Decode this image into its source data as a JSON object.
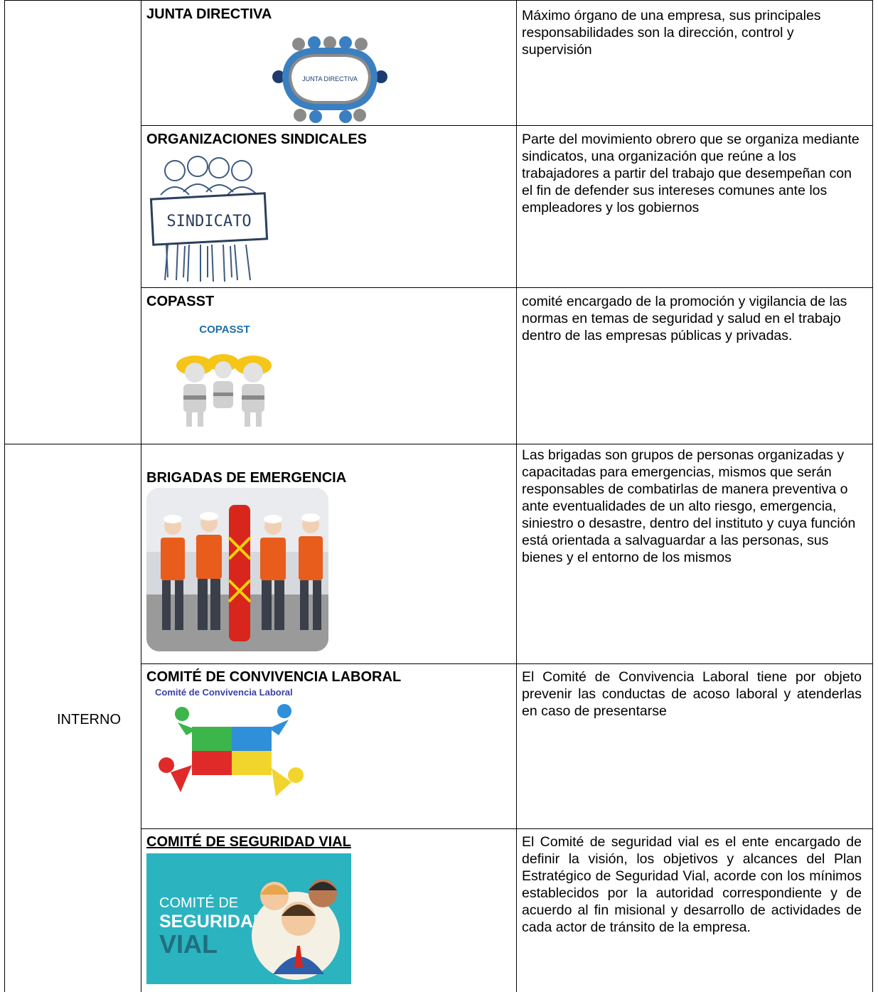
{
  "sections": [
    {
      "label": "",
      "rows": [
        {
          "title": "JUNTA DIRECTIVA",
          "image_text": "JUNTA DIRECTIVA",
          "description": "Máximo órgano de una empresa, sus principales responsabilidades son la dirección, control y supervisión"
        },
        {
          "title": "ORGANIZACIONES SINDICALES",
          "image_text": "SINDICATO",
          "description": "Parte del movimiento obrero que se organiza mediante sindicatos, una organización que reúne a los trabajadores a partir del trabajo que desempeñan con el fin de defender sus intereses comunes ante los empleadores y los gobiernos"
        },
        {
          "title": "COPASST",
          "image_text": "COPASST",
          "description": "comité encargado de la promoción y vigilancia de las normas en temas de seguridad y salud en el trabajo dentro de las empresas públicas y privadas."
        }
      ]
    },
    {
      "label": "INTERNO",
      "rows": [
        {
          "title": "BRIGADAS DE EMERGENCIA",
          "image_text": "",
          "description": "Las brigadas son grupos de personas organizadas y capacitadas para emergencias, mismos que serán responsables de combatirlas de manera preventiva o ante eventualidades de un alto riesgo, emergencia, siniestro o desastre, dentro del instituto y cuya función está orientada a salvaguardar a las personas, sus bienes y el entorno de los mismos"
        },
        {
          "title": "COMITÉ DE CONVIVENCIA LABORAL",
          "image_text": "Comité de Convivencia Laboral",
          "description": "El Comité de Convivencia Laboral tiene por objeto prevenir las conductas de acoso laboral y atenderlas en caso de presentarse"
        },
        {
          "title": "COMITÉ DE SEGURIDAD VIAL",
          "image_text_line1": "COMITÉ DE",
          "image_text_line2": "SEGURIDAD",
          "image_text_line3": "VIAL",
          "description": "El Comité de seguridad vial es el ente encargado de definir la visión, los objetivos y alcances del Plan Estratégico de Seguridad Vial, acorde con los mínimos establecidos por la autoridad correspondiente y de acuerdo al fin misional y desarrollo de actividades de cada actor de tránsito de la empresa."
        }
      ]
    }
  ],
  "colors": {
    "border": "#000000",
    "junta_blue": "#3a7fc1",
    "junta_navy": "#1d3b6e",
    "junta_gray": "#8a8a8a",
    "copasst_yellow": "#f5c518",
    "vial_teal": "#2bb3c0"
  }
}
